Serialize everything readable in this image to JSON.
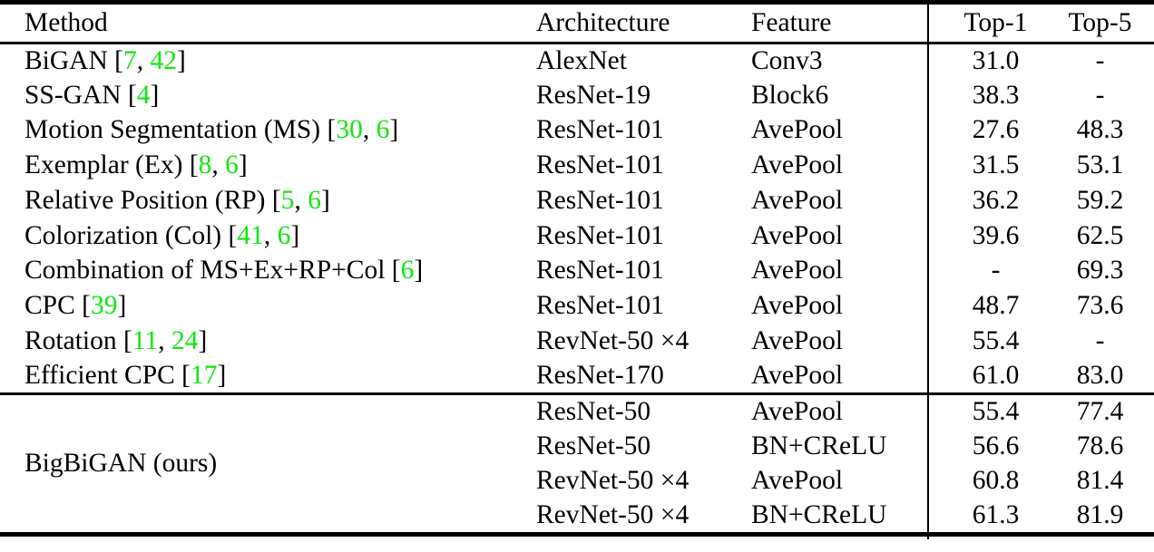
{
  "table": {
    "columns": [
      {
        "key": "method",
        "label": "Method"
      },
      {
        "key": "architecture",
        "label": "Architecture"
      },
      {
        "key": "feature",
        "label": "Feature"
      },
      {
        "key": "top1",
        "label": "Top-1"
      },
      {
        "key": "top5",
        "label": "Top-5"
      }
    ],
    "citation_color": "#0ee80e",
    "rule_color": "#000000",
    "sections": [
      {
        "name": "prior-work",
        "rows": [
          {
            "method_text": "BiGAN",
            "citations": [
              "7",
              "42"
            ],
            "architecture": "AlexNet",
            "feature": "Conv3",
            "top1": "31.0",
            "top5": "-"
          },
          {
            "method_text": "SS-GAN",
            "citations": [
              "4"
            ],
            "architecture": "ResNet-19",
            "feature": "Block6",
            "top1": "38.3",
            "top5": "-"
          },
          {
            "method_text": "Motion Segmentation (MS)",
            "citations": [
              "30",
              "6"
            ],
            "architecture": "ResNet-101",
            "feature": "AvePool",
            "top1": "27.6",
            "top5": "48.3"
          },
          {
            "method_text": "Exemplar (Ex)",
            "citations": [
              "8",
              "6"
            ],
            "architecture": "ResNet-101",
            "feature": "AvePool",
            "top1": "31.5",
            "top5": "53.1"
          },
          {
            "method_text": "Relative Position (RP)",
            "citations": [
              "5",
              "6"
            ],
            "architecture": "ResNet-101",
            "feature": "AvePool",
            "top1": "36.2",
            "top5": "59.2"
          },
          {
            "method_text": "Colorization (Col)",
            "citations": [
              "41",
              "6"
            ],
            "architecture": "ResNet-101",
            "feature": "AvePool",
            "top1": "39.6",
            "top5": "62.5"
          },
          {
            "method_text": "Combination of MS+Ex+RP+Col",
            "citations": [
              "6"
            ],
            "architecture": "ResNet-101",
            "feature": "AvePool",
            "top1": "-",
            "top5": "69.3"
          },
          {
            "method_text": "CPC",
            "citations": [
              "39"
            ],
            "architecture": "ResNet-101",
            "feature": "AvePool",
            "top1": "48.7",
            "top5": "73.6"
          },
          {
            "method_text": "Rotation",
            "citations": [
              "11",
              "24"
            ],
            "architecture": "RevNet-50 ×4",
            "feature": "AvePool",
            "top1": "55.4",
            "top5": "-"
          },
          {
            "method_text": "Efficient CPC",
            "citations": [
              "17"
            ],
            "architecture": "ResNet-170",
            "feature": "AvePool",
            "top1": "61.0",
            "top5": "83.0"
          }
        ]
      },
      {
        "name": "ours",
        "group_label": "BigBiGAN (ours)",
        "rows": [
          {
            "architecture": "ResNet-50",
            "feature": "AvePool",
            "top1": "55.4",
            "top5": "77.4"
          },
          {
            "architecture": "ResNet-50",
            "feature": "BN+CReLU",
            "top1": "56.6",
            "top5": "78.6"
          },
          {
            "architecture": "RevNet-50 ×4",
            "feature": "AvePool",
            "top1": "60.8",
            "top5": "81.4"
          },
          {
            "architecture": "RevNet-50 ×4",
            "feature": "BN+CReLU",
            "top1": "61.3",
            "top5": "81.9"
          }
        ]
      }
    ]
  }
}
